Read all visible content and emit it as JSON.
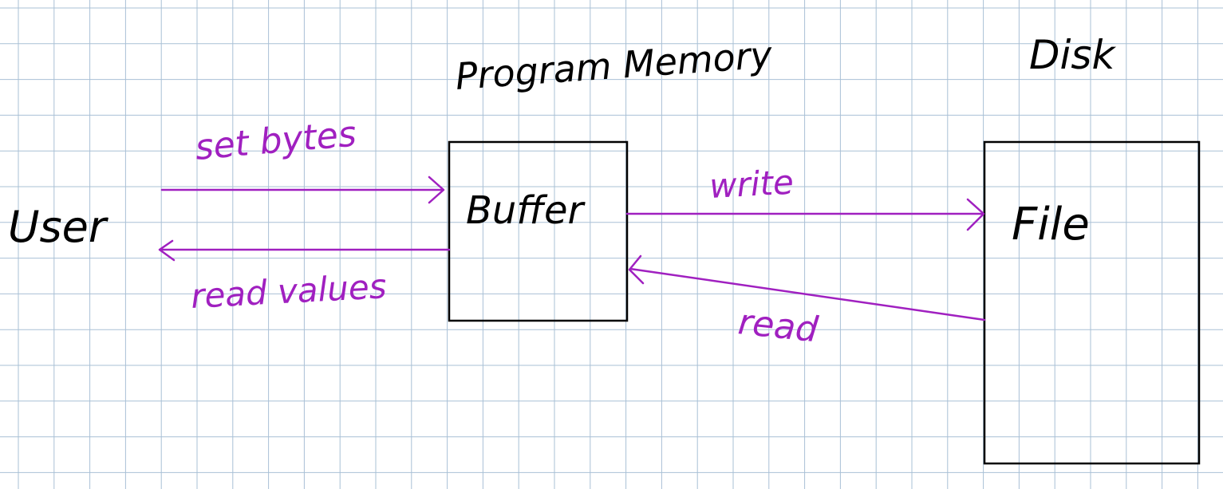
{
  "headings": {
    "program_memory": "Program Memory",
    "disk": "Disk"
  },
  "nodes": {
    "user": "User",
    "buffer": "Buffer",
    "file": "File"
  },
  "edges": {
    "set_bytes": "set bytes",
    "read_values": "read values",
    "write": "write",
    "read": "read"
  },
  "colors": {
    "grid": "#a9c0d6",
    "ink": "#000000",
    "arrow": "#a020c0",
    "background": "#ffffff"
  }
}
